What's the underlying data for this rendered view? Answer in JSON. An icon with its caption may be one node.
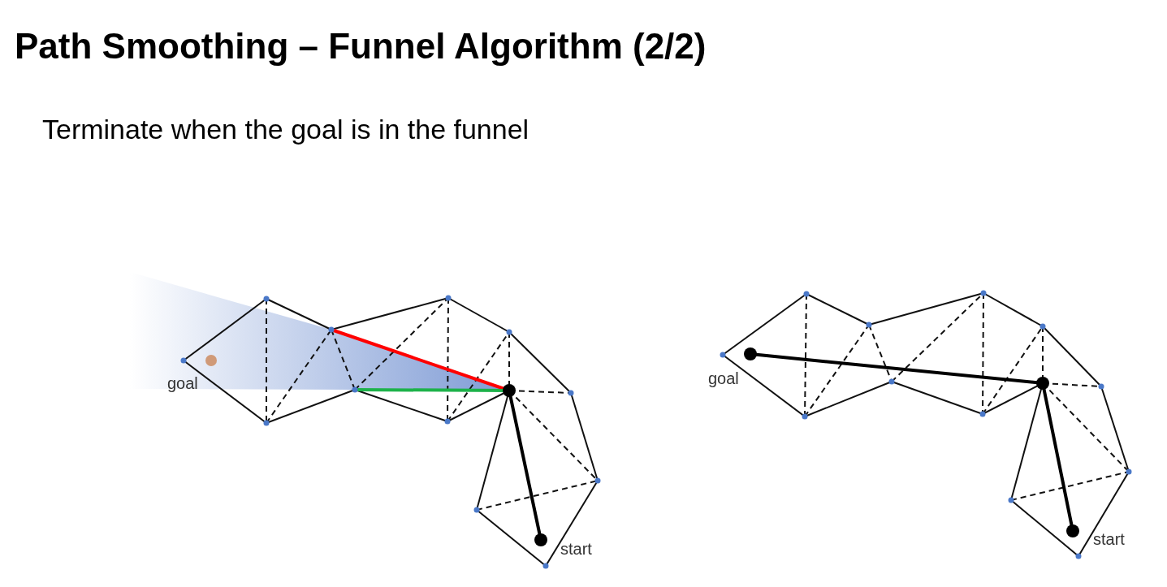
{
  "diagram": {
    "title": "Path Smoothing – Funnel Algorithm (2/2)",
    "labels": [
      "Terminate when the goal is in the funnel",
      "goal",
      "start",
      "goal",
      "start"
    ]
  }
}
